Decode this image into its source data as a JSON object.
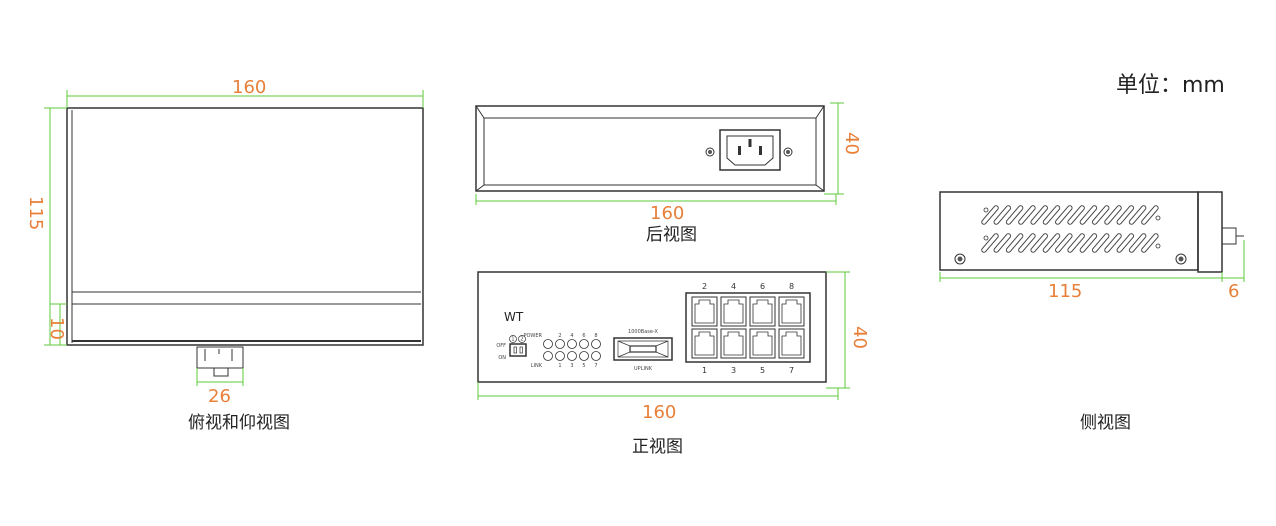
{
  "unit_label": "单位：mm",
  "colors": {
    "dimension_text": "#e8803a",
    "dimension_line": "#5cc93a",
    "outline": "#333333"
  },
  "top_view": {
    "title": "俯视和仰视图",
    "width": "160",
    "depth": "115",
    "band": "10",
    "connector": "26"
  },
  "back_view": {
    "title": "后视图",
    "height": "40",
    "width": "160"
  },
  "front_view": {
    "title": "正视图",
    "height": "40",
    "width": "160",
    "brand": "WT",
    "switch_off": "OFF",
    "switch_on": "ON",
    "switch_1": "1",
    "switch_2": "2",
    "led_top_labels": [
      "POWER",
      "2",
      "4",
      "6",
      "8"
    ],
    "led_bottom_labels": [
      "LINK",
      "1",
      "3",
      "5",
      "7"
    ],
    "sfp_top": "1000Base-X",
    "sfp_bottom": "UPLINK",
    "port_top_labels": [
      "2",
      "4",
      "6",
      "8"
    ],
    "port_bottom_labels": [
      "1",
      "3",
      "5",
      "7"
    ]
  },
  "side_view": {
    "title": "侧视图",
    "depth": "115",
    "protrusion": "6"
  }
}
